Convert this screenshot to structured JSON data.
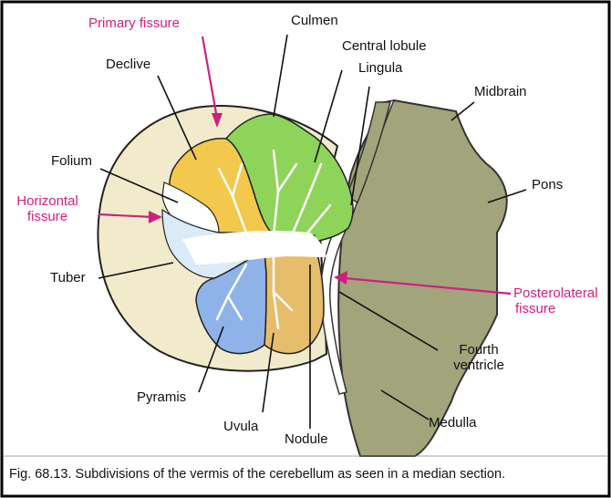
{
  "figure": {
    "caption": "Fig. 68.13. Subdivisions of the vermis of the cerebellum as seen in a median section."
  },
  "labels": {
    "primary_fissure": "Primary fissure",
    "culmen": "Culmen",
    "central_lobule": "Central lobule",
    "lingula": "Lingula",
    "declive": "Declive",
    "midbrain": "Midbrain",
    "folium": "Folium",
    "pons": "Pons",
    "horizontal_fissure_line1": "Horizontal",
    "horizontal_fissure_line2": "fissure",
    "tuber": "Tuber",
    "posterolateral_fissure_line1": "Posterolateral",
    "posterolateral_fissure_line2": "fissure",
    "fourth_ventricle_line1": "Fourth",
    "fourth_ventricle_line2": "ventricle",
    "pyramis": "Pyramis",
    "uvula": "Uvula",
    "nodule": "Nodule",
    "medulla": "Medulla"
  },
  "colors": {
    "fissure_labels": "#d0207f",
    "declive_folium": "#f2c94c",
    "culmen_central_lingula": "#8fd45a",
    "tuber_horizontal": "#dbeaf7",
    "pyramis": "#8fb3e8",
    "uvula_nodule": "#e6bd6a",
    "brainstem": "#a2a47c",
    "cerebellum_outline": "#f1ebcc"
  }
}
